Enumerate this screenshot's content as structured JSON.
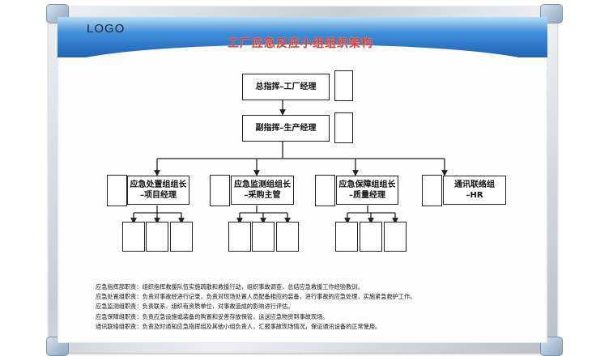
{
  "logo": "LOGO",
  "title": "工厂应急反应小组组织架构",
  "nodes": {
    "commander": "总指挥–工厂经理",
    "deputy": "副指挥–生产经理",
    "g1": "应急处置组组长\n–项目经理",
    "g2": "应急监测组组长\n–采购主管",
    "g3": "应急保障组组长\n–质量经理",
    "g4": "通讯联络组\n–HR"
  },
  "duties": [
    "应急指挥部职责：组织指挥救援队伍实施疏散和救援行动，组织事故调查，总结应急救援工作经验教训。",
    "应急处置组职责：负责对事故经进行记录，负责对现场处置人员配备相应的装备，进行事故的应急处理，实施紧急救护工作。",
    "应急监测组职责：负责联系、组织有资质单位，对事故造成的影响进行评估。",
    "应急保障组职责：负责应急设施或装备的购置和妥善存放保管，运送应急物资到事故现场。",
    "通讯联络组职责：负责及时通知应急指挥组及其他小组负责人，汇报事故现场情况，保证通讯设备的正常使用。"
  ]
}
